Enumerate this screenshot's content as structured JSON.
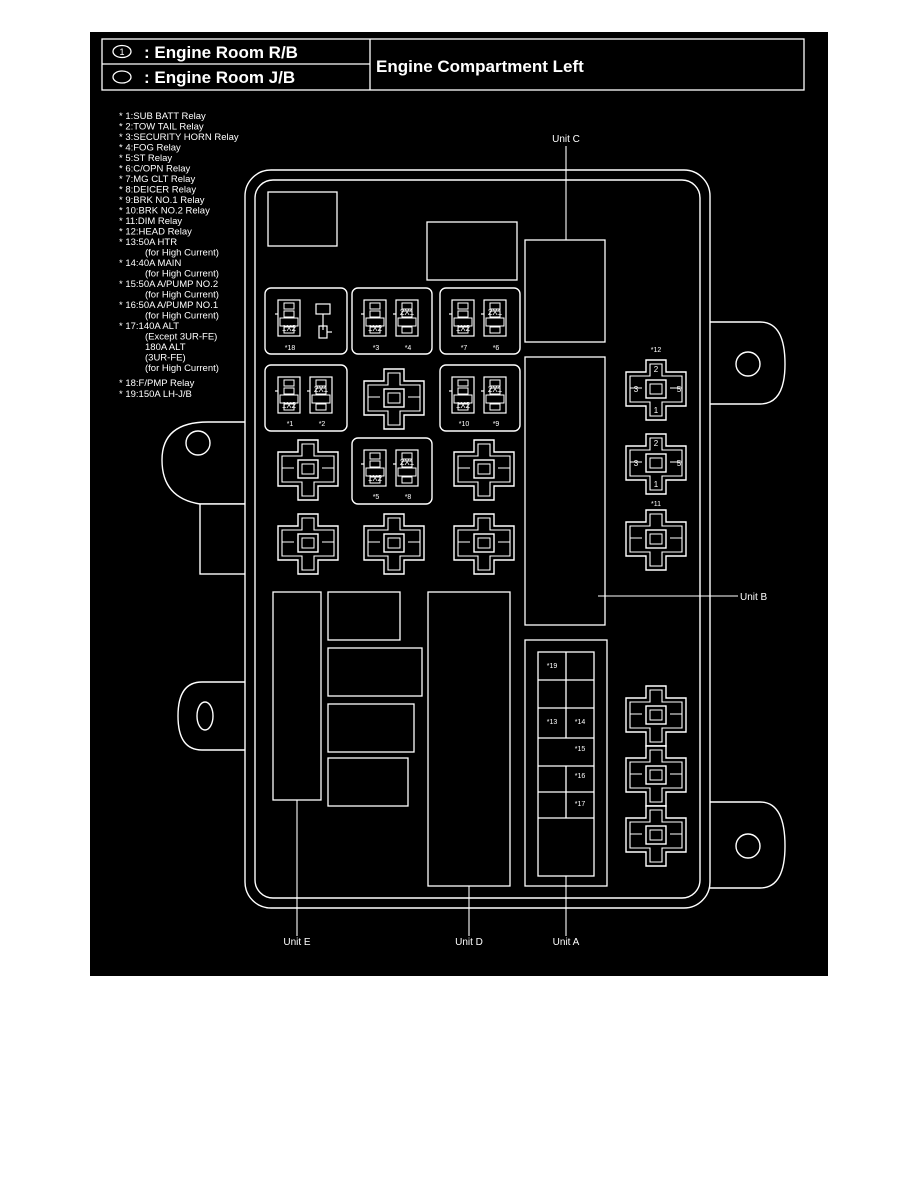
{
  "header": {
    "legend_rb": {
      "symbol": "1",
      "label": ": Engine Room R/B"
    },
    "legend_jb": {
      "label": ": Engine Room J/B"
    },
    "title": "Engine Compartment Left"
  },
  "relay_list": [
    "* 1:SUB BATT Relay",
    "* 2:TOW TAIL Relay",
    "* 3:SECURITY HORN Relay",
    "* 4:FOG Relay",
    "* 5:ST Relay",
    "* 6:C/OPN Relay",
    "* 7:MG CLT Relay",
    "* 8:DEICER Relay",
    "* 9:BRK NO.1 Relay",
    "* 10:BRK NO.2 Relay",
    "* 11:DIM Relay",
    "* 12:HEAD Relay",
    "* 13:50A HTR",
    "(for High Current)",
    "* 14:40A MAIN",
    "(for High Current)",
    "* 15:50A A/PUMP NO.2",
    "(for High Current)",
    "* 16:50A A/PUMP NO.1",
    "(for High Current)",
    "* 17:140A ALT",
    "(Except 3UR-FE)",
    "180A ALT",
    "(3UR-FE)",
    "(for High Current)",
    "* 18:F/PMP Relay",
    "* 19:150A LH-J/B"
  ],
  "units": {
    "a": "Unit A",
    "b": "Unit B",
    "c": "Unit C",
    "d": "Unit D",
    "e": "Unit E"
  },
  "relay_labels": {
    "r18": "*18",
    "r3": "*3",
    "r4": "*4",
    "r7": "*7",
    "r6": "*6",
    "r1": "*1",
    "r2": "*2",
    "r10": "*10",
    "r9": "*9",
    "r5": "*5",
    "r8": "*8",
    "r12": "*12",
    "r11": "*11"
  },
  "fuse_labels": {
    "f19": "*19",
    "f13": "*13",
    "f14": "*14",
    "f15": "*15",
    "f16": "*16",
    "f17": "*17"
  },
  "pins": {
    "p1x2": "1X2",
    "p2x1": "2X1",
    "p1": "1",
    "p2": "2",
    "p3": "3",
    "p5": "5"
  }
}
